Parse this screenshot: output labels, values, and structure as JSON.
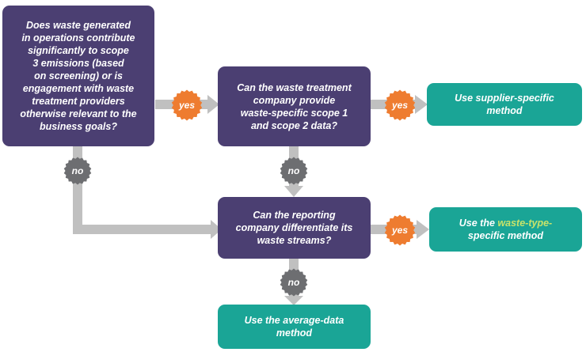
{
  "colors": {
    "question_box": "#4b3f72",
    "method_box": "#1aa596",
    "yes_badge": "#ee7c30",
    "no_badge": "#6d6e71",
    "connector": "#c0c0c0",
    "highlight_text": "#c8e36a"
  },
  "q1": {
    "lines": [
      "Does waste generated",
      "in operations contribute",
      "significantly to scope",
      "3 emissions (based",
      "on screening) or is",
      "engagement  with waste",
      "treatment providers",
      "otherwise relevant to the",
      "business goals?"
    ]
  },
  "q2": {
    "lines": [
      "Can the waste treatment",
      "company provide",
      "waste-specific scope 1",
      "and scope 2 data?"
    ]
  },
  "q3": {
    "lines": [
      "Can the reporting",
      "company differentiate its",
      "waste streams?"
    ]
  },
  "m1": {
    "lines": [
      "Use supplier-specific",
      "method"
    ]
  },
  "m2": {
    "line1_prefix": "Use the ",
    "line1_highlight": "waste-type-",
    "line2": "specific method"
  },
  "m3": {
    "lines": [
      "Use the average-data",
      "method"
    ]
  },
  "badges": {
    "yes": "yes",
    "no": "no"
  }
}
